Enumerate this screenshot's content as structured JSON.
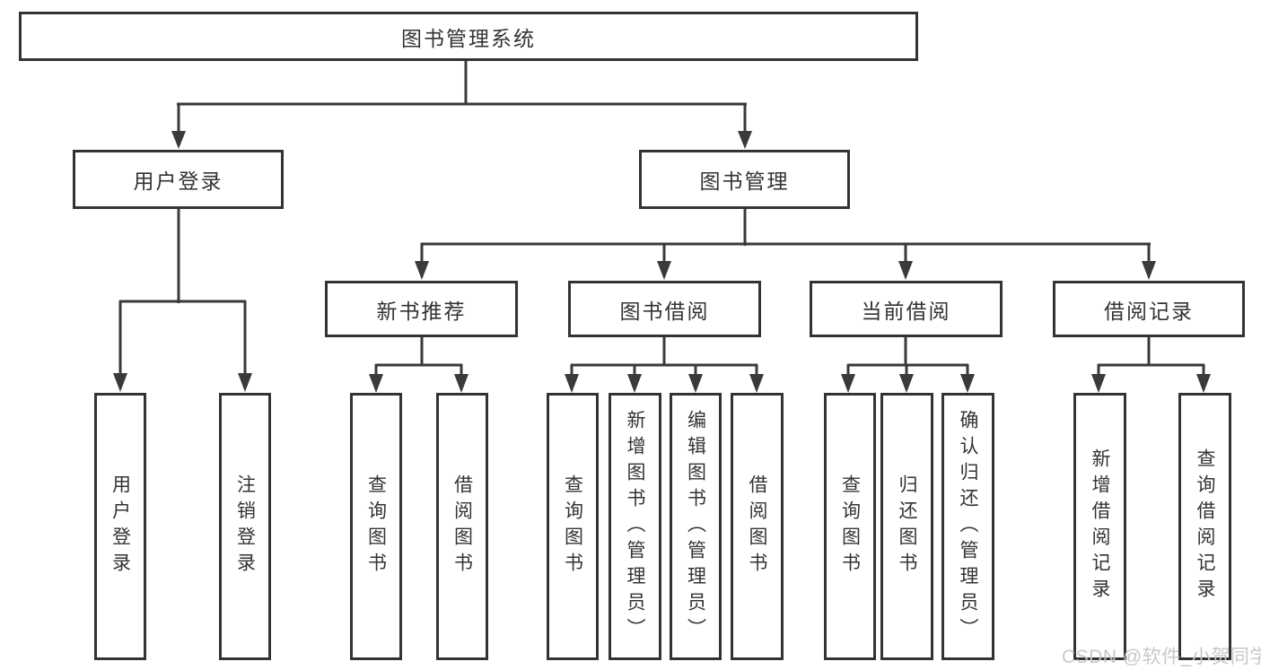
{
  "diagram": {
    "root": {
      "label": "图书管理系统"
    },
    "level2": [
      {
        "id": "user_login",
        "label": "用户登录"
      },
      {
        "id": "book_management",
        "label": "图书管理"
      }
    ],
    "level3": [
      {
        "id": "new_book_recommend",
        "label": "新书推荐"
      },
      {
        "id": "book_borrow",
        "label": "图书借阅"
      },
      {
        "id": "current_borrow",
        "label": "当前借阅"
      },
      {
        "id": "borrow_records",
        "label": "借阅记录"
      }
    ],
    "level4": [
      {
        "parent": "user_login",
        "label": "用户登录"
      },
      {
        "parent": "user_login",
        "label": "注销登录"
      },
      {
        "parent": "new_book_recommend",
        "label": "查询图书"
      },
      {
        "parent": "new_book_recommend",
        "label": "借阅图书"
      },
      {
        "parent": "book_borrow",
        "label": "查询图书"
      },
      {
        "parent": "book_borrow",
        "label": "新增图书（管理员）"
      },
      {
        "parent": "book_borrow",
        "label": "编辑图书（管理员）"
      },
      {
        "parent": "book_borrow",
        "label": "借阅图书"
      },
      {
        "parent": "current_borrow",
        "label": "查询图书"
      },
      {
        "parent": "current_borrow",
        "label": "归还图书"
      },
      {
        "parent": "current_borrow",
        "label": "确认归还（管理员）"
      },
      {
        "parent": "borrow_records",
        "label": "新增借阅记录"
      },
      {
        "parent": "borrow_records",
        "label": "查询借阅记录"
      }
    ]
  },
  "watermark": {
    "text": "CSDN @软件_小贺同学"
  },
  "colors": {
    "line": "#3a3a3a",
    "border": "#333333",
    "text": "#333333",
    "watermark": "#c8c8c8",
    "background": "#ffffff"
  }
}
